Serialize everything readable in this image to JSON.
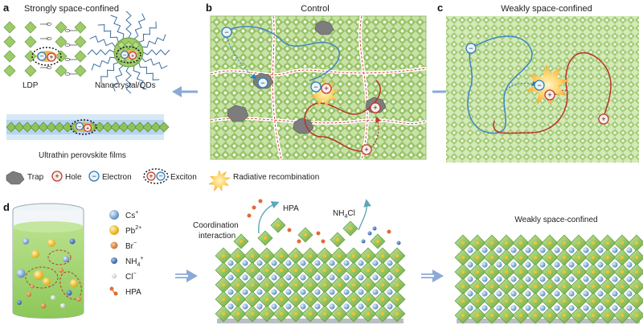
{
  "panel_a": {
    "letter": "a",
    "title": "Strongly space-confined",
    "ldp_label": "LDP",
    "qd_label": "Nanocrystal/QDs",
    "film_label": "Ultrathin perovskite films"
  },
  "panel_b": {
    "letter": "b",
    "title": "Control"
  },
  "panel_c": {
    "letter": "c",
    "title": "Weakly space-confined"
  },
  "legend": {
    "trap": "Trap",
    "hole": "Hole",
    "electron": "Electron",
    "exciton": "Exciton",
    "radiative": "Radiative recombination",
    "plus": "+",
    "minus": "−"
  },
  "panel_d": {
    "letter": "d",
    "ions": [
      {
        "label": "Cs",
        "sup": "+",
        "color": "#6f9fd0"
      },
      {
        "label": "Pb",
        "sup": "2+",
        "color": "#f2c230"
      },
      {
        "label": "Br",
        "sup": "−",
        "color": "#d98a3a"
      },
      {
        "label": "NH",
        "sub": "4",
        "sup": "+",
        "color": "#3f6fb0"
      },
      {
        "label": "Cl",
        "sup": "−",
        "color": "#c9d3dc"
      },
      {
        "label": "HPA",
        "color": "#e06a3a"
      }
    ],
    "hpa_label": "HPA",
    "nh4cl_main": "NH",
    "nh4cl_sub": "4",
    "nh4cl_tail": "Cl",
    "coord_line1": "Coordination",
    "coord_line2": "interaction",
    "result_label": "Weakly space-confined"
  },
  "colors": {
    "octahedron": "#8fc25a",
    "octahedron_dark": "#5f9a35",
    "hole": "#c0392b",
    "electron": "#2e7bb8",
    "trap": "#7d7d7d",
    "arrow": "#8aa9d6",
    "solution": "#9fd46a"
  }
}
